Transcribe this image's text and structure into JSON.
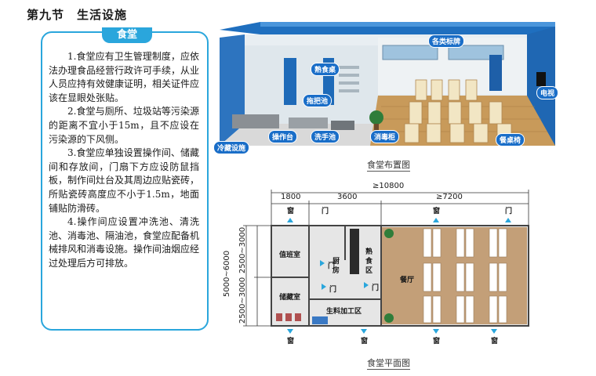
{
  "page": {
    "section_title": "第九节　生活设施"
  },
  "card": {
    "tab": "食堂",
    "paragraphs": [
      "1.食堂应有卫生管理制度，应依法办理食品经营行政许可手续，从业人员应持有效健康证明，相关证件应该在显眼处张贴。",
      "2.食堂与厕所、垃圾站等污染源的距离不宜小于15m，且不应设在污染源的下风侧。",
      "3.食堂应单独设置操作间、储藏间和存放间，门扇下方应设防鼠挡板，制作间灶台及其周边应贴瓷砖，所贴瓷砖高度应不小于1.5m，地面铺贴防滑砖。",
      "4.操作间应设置冲洗池、清洗池、消毒池、隔油池，食堂应配备机械排风和消毒设施。操作间油烟应经过处理后方可排放。"
    ]
  },
  "render": {
    "callouts": {
      "cooked_table": "熟食桌",
      "mop_sink": "拖把池",
      "cold_storage": "冷藏设施",
      "operating_table": "操作台",
      "wash_sink": "洗手池",
      "disinfect_cabinet": "消毒柜",
      "signs": "各类标牌",
      "tv": "电视",
      "tables_chairs": "餐桌椅"
    },
    "caption": "食堂布置图"
  },
  "plan": {
    "dims": {
      "total": "≥10800",
      "seg1": "1800",
      "seg2": "3600",
      "seg3": "≥7200",
      "left_total": "5000~6000",
      "left_upper": "2500~3000",
      "left_lower": "2500~3000"
    },
    "rooms": {
      "duty": "值班室",
      "storage": "储藏室",
      "kitchen": "厨房",
      "cooked_area": "熟食区",
      "raw_processing": "生料加工区",
      "dining": "餐厅"
    },
    "window_label": "窗",
    "door_label": "门",
    "caption": "食堂平面图"
  },
  "colors": {
    "accent": "#2aa6dc",
    "callout": "#1a6ec8",
    "wall_blue": "#2a6fb8",
    "floor_wood": "#c89a5a",
    "dining_floor": "#c39f78"
  }
}
